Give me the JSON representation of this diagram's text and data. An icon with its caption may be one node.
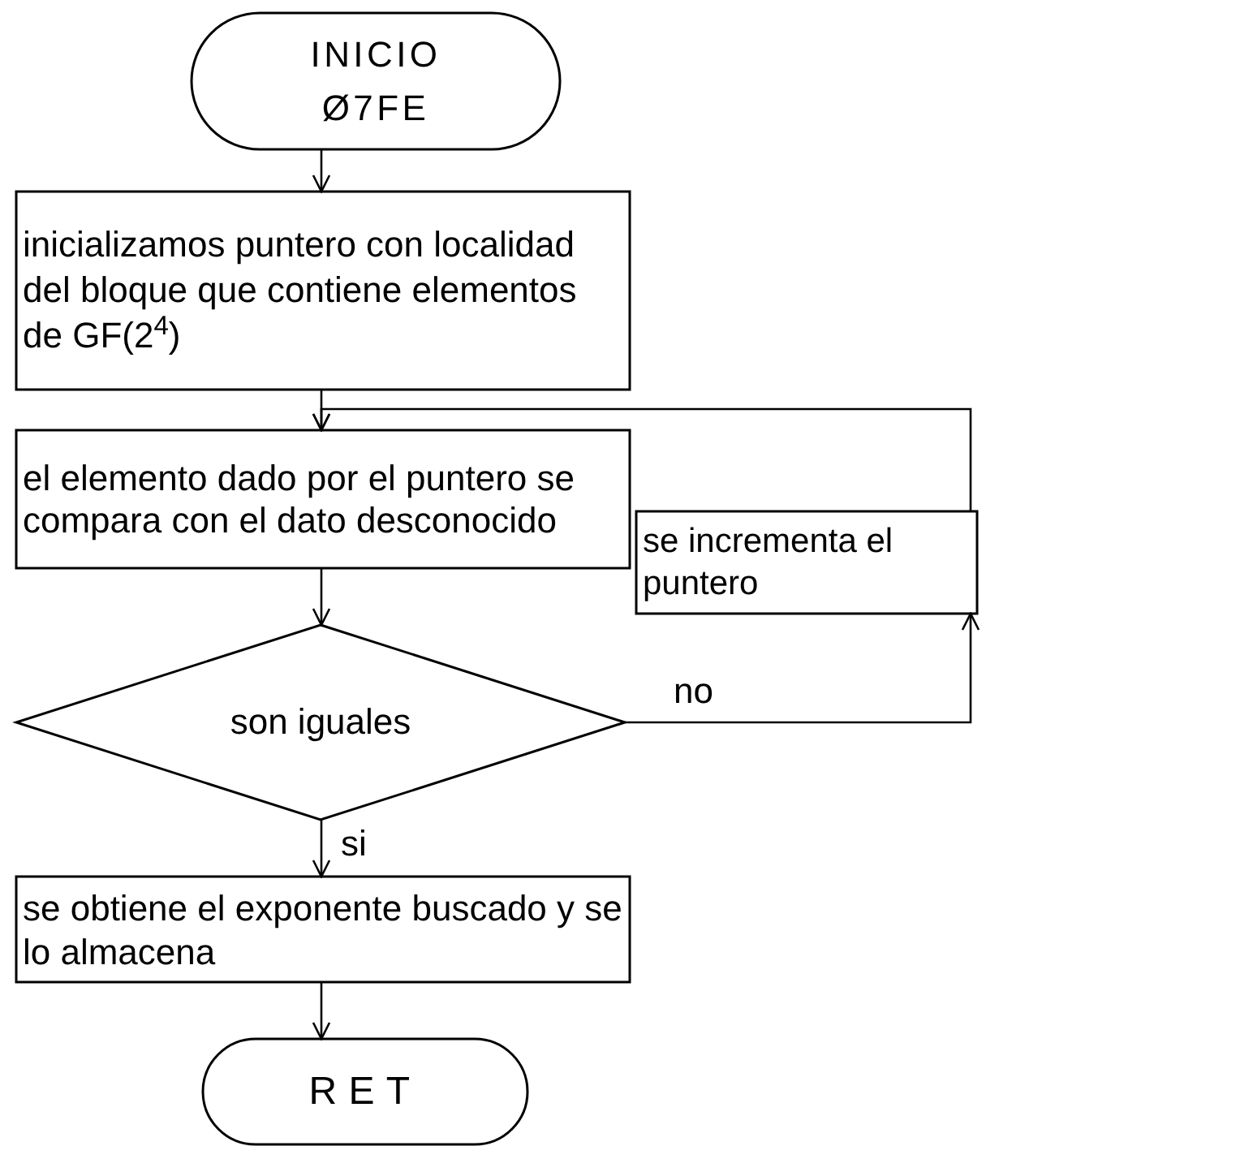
{
  "diagram": {
    "nodes": [
      {
        "text": [
          "INICIO Ø7FE"
        ]
      },
      {
        "text": [
          "inicializamos puntero con localidad del bloque que contiene elementos de GF(2$^{4}$)"
        ]
      },
      {
        "text": [
          "el elemento dado por el puntero se compara con el dato desconocido"
        ]
      },
      {
        "text": [
          "son iguales"
        ]
      },
      {
        "text": [
          "se incrementa el puntero"
        ]
      },
      {
        "text": [
          "se obtiene el exponente buscado y se lo almacena"
        ]
      },
      {
        "text": [
          "RET"
        ]
      }
    ],
    "edges": [
      {
        "from": 0,
        "to": 1,
        "arrow": "to"
      },
      {
        "from": 1,
        "to": 2,
        "arrow": "to"
      },
      {
        "from": 2,
        "to": 3,
        "arrow": "to"
      },
      {
        "from": 3,
        "to": 5,
        "arrow": "to",
        "label": "si"
      },
      {
        "from": 3,
        "to": 4,
        "arrow": "to",
        "label": "no"
      },
      {
        "from": 4,
        "to": 2,
        "arrow": "to"
      },
      {
        "from": 5,
        "to": 6,
        "arrow": "to"
      }
    ]
  }
}
